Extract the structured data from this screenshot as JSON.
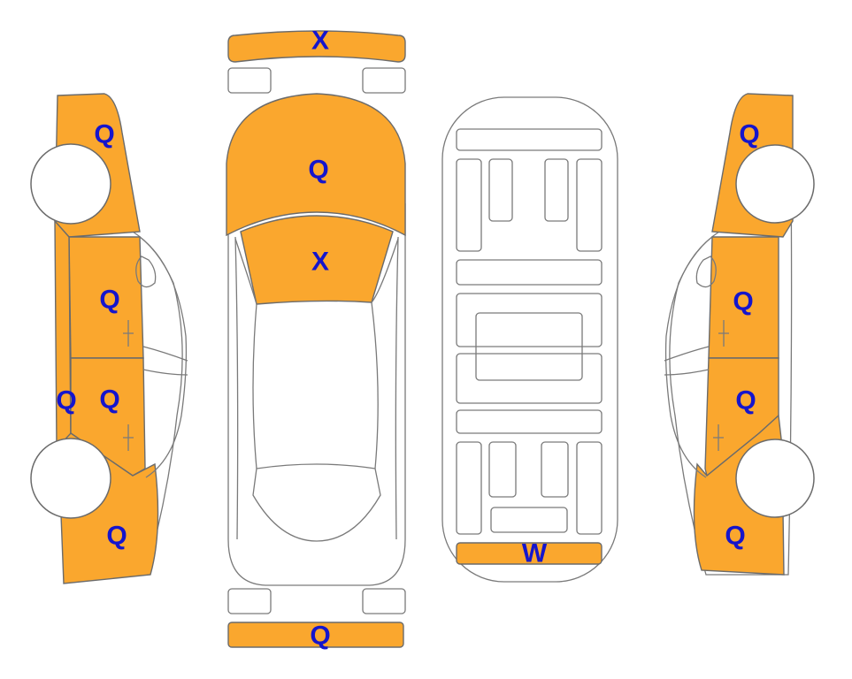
{
  "colors": {
    "damaged": "#FAA72E",
    "undamaged": "#FFFFFF",
    "outline": "#6B6B6B",
    "label": "#1515CC"
  },
  "labels": {
    "front_bumper": "X",
    "hood": "Q",
    "windshield": "X",
    "rear_bumper": "Q",
    "trunk_panel": "W",
    "left_front_fender": "Q",
    "left_front_door": "Q",
    "left_rocker": "Q",
    "left_rear_door": "Q",
    "left_rear_quarter": "Q",
    "right_front_fender": "Q",
    "right_front_door": "Q",
    "right_rear_door": "Q",
    "right_rear_quarter": "Q"
  }
}
